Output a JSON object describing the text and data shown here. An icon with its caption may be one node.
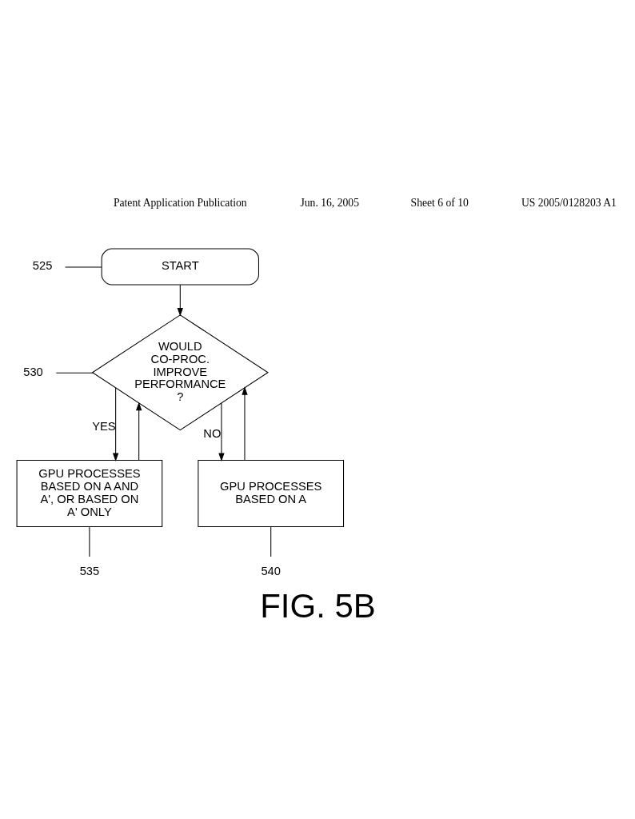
{
  "diagram": {
    "caption": "FIG. 5B",
    "nodes": [
      {
        "text": [
          "START"
        ]
      },
      {
        "text": [
          "WOULD CO-PROC. IMPROVE PERFORMANCE ?"
        ]
      },
      {
        "text": [
          "GPU PROCESSES BASED ON A AND A', OR BASED ON A' ONLY"
        ]
      },
      {
        "text": [
          "GPU PROCESSES BASED ON A"
        ]
      },
      {
        "text": [
          "525"
        ]
      },
      {
        "text": [
          "530"
        ]
      },
      {
        "text": [
          "535"
        ]
      },
      {
        "text": [
          "540"
        ]
      }
    ],
    "edges": [
      {
        "from": 0,
        "to": 1,
        "arrow": "to"
      },
      {
        "from": 1,
        "to": 2,
        "arrow": "to",
        "label": "YES"
      },
      {
        "from": 1,
        "to": 3,
        "arrow": "to",
        "label": "NO"
      },
      {
        "from": 2,
        "to": 1,
        "arrow": "to"
      },
      {
        "from": 3,
        "to": 1,
        "arrow": "to"
      },
      {
        "from": 4,
        "to": 0,
        "arrow": "none"
      },
      {
        "from": 5,
        "to": 1,
        "arrow": "none"
      },
      {
        "from": 6,
        "to": 2,
        "arrow": "none"
      },
      {
        "from": 7,
        "to": 3,
        "arrow": "none"
      }
    ],
    "labels": [
      "Patent Application Publication",
      "Jun. 16, 2005",
      "Sheet 6 of 10",
      "US 2005/0128203 A1"
    ]
  }
}
